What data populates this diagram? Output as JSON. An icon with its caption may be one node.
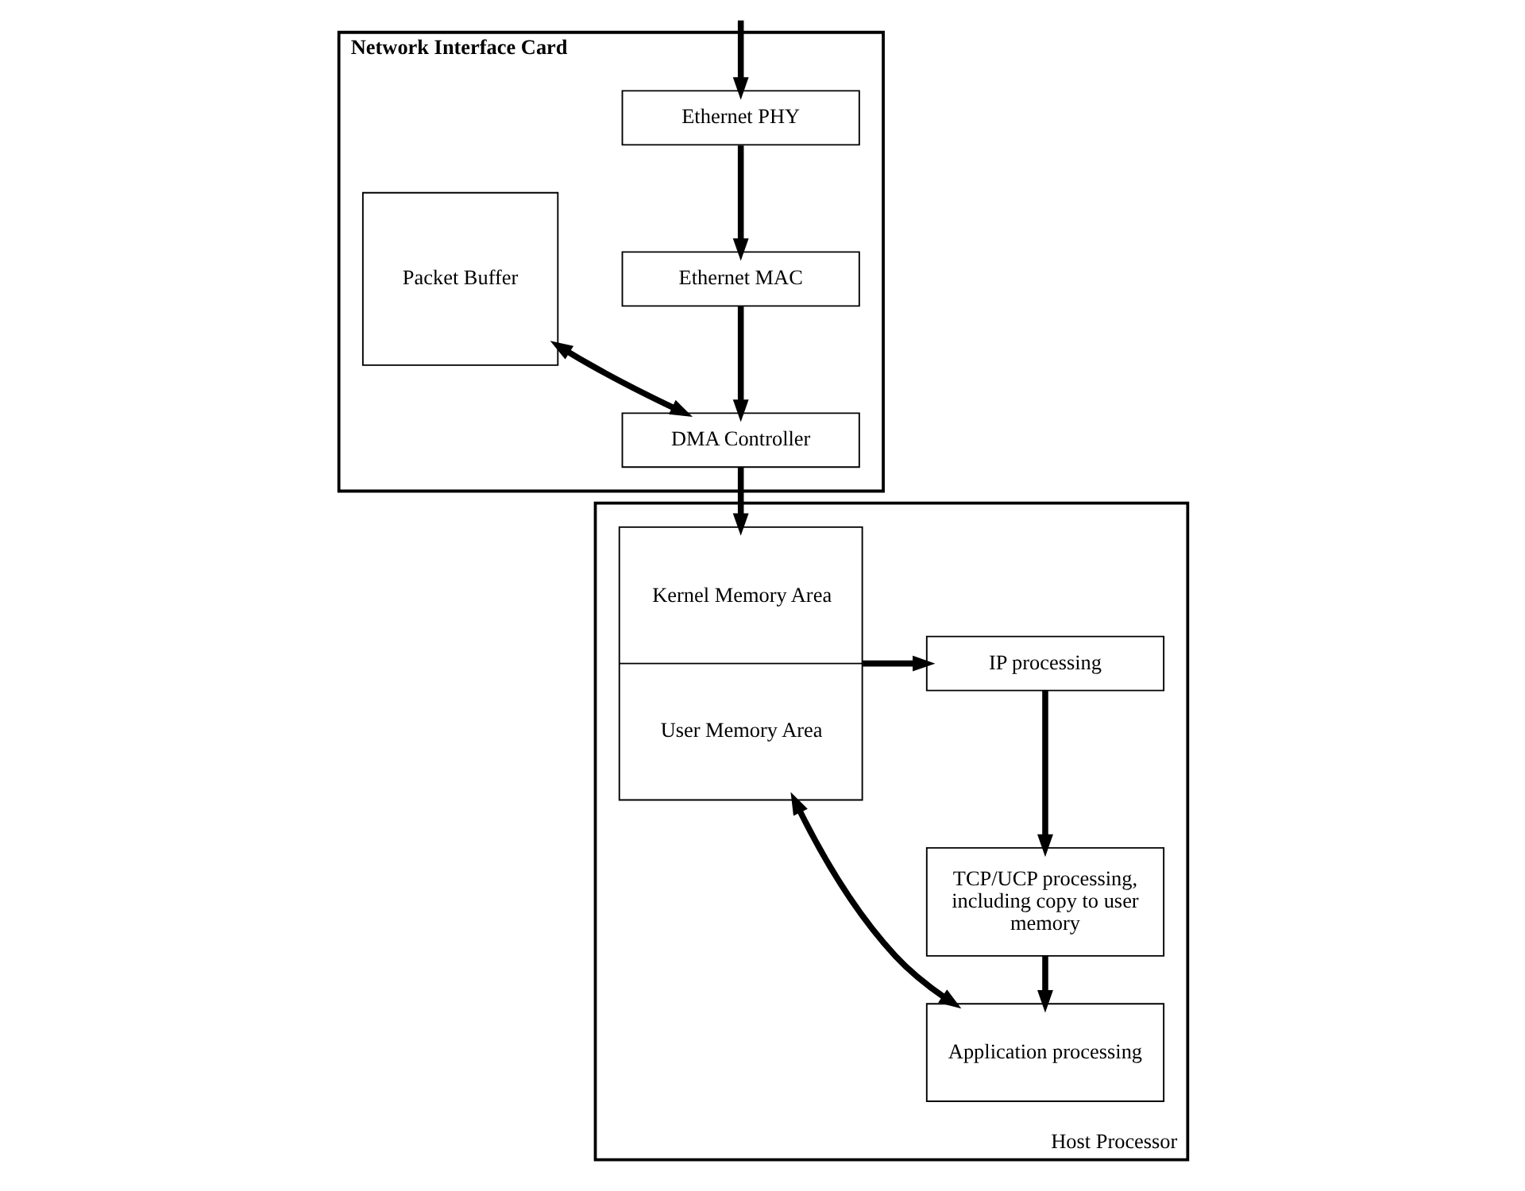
{
  "diagram": {
    "nodes": [
      {
        "text": [
          "Network Interface Card"
        ]
      },
      {
        "text": [
          "Ethernet PHY"
        ],
        "in": 0
      },
      {
        "text": [
          "Ethernet MAC"
        ],
        "in": 0
      },
      {
        "text": [
          "Packet Buffer"
        ],
        "in": 0
      },
      {
        "text": [
          "DMA Controller"
        ],
        "in": 0
      },
      {
        "text": [
          "Host Processor"
        ]
      },
      {
        "text": [
          "IP processing"
        ],
        "in": 5
      },
      {
        "text": [
          "TCP/UCP processing, including copy to user memory"
        ],
        "in": 5
      },
      {
        "text": [
          "Application processing"
        ],
        "in": 5
      },
      {
        "text": [
          "Kernel Memory Area",
          "User Memory Area"
        ],
        "in": 5
      }
    ],
    "edges": [
      {
        "from": null,
        "to": 1,
        "arrow": "to"
      },
      {
        "from": 1,
        "to": 2,
        "arrow": "to"
      },
      {
        "from": 2,
        "to": 4,
        "arrow": "to"
      },
      {
        "from": 3,
        "to": 4,
        "arrow": "both"
      },
      {
        "from": 4,
        "to": 9,
        "arrow": "to"
      },
      {
        "from": 9,
        "to": 6,
        "arrow": "to"
      },
      {
        "from": 6,
        "to": 7,
        "arrow": "to"
      },
      {
        "from": 7,
        "to": 8,
        "arrow": "to"
      },
      {
        "from": 8,
        "to": 9,
        "arrow": "both"
      }
    ]
  }
}
